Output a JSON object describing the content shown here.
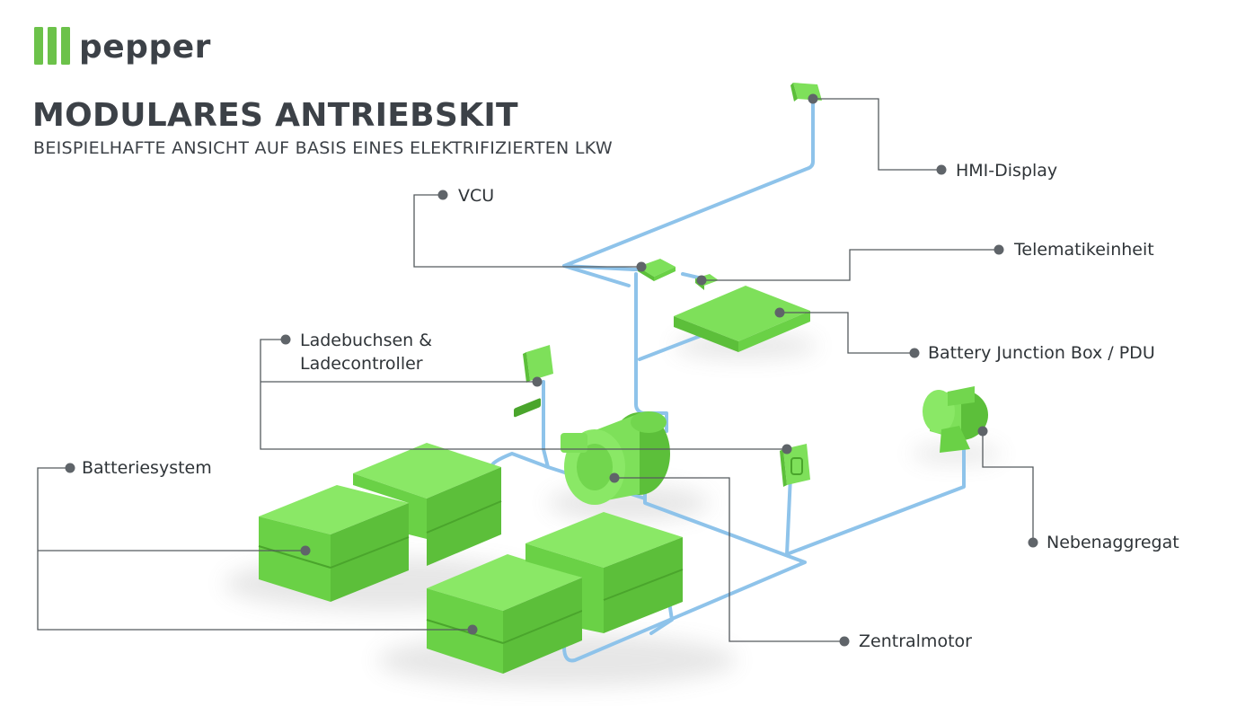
{
  "brand": {
    "name": "pepper",
    "color": "#6cc24a"
  },
  "header": {
    "title": "MODULARES ANTRIEBSKIT",
    "subtitle": "BEISPIELHAFTE ANSICHT AUF BASIS EINES ELEKTRIFIZIERTEN LKW"
  },
  "colors": {
    "component": "#7ee05a",
    "component_shade": "#5cbf3a",
    "cable": "#8ec3ea",
    "leader": "#555a5e",
    "dot": "#5f6469"
  },
  "labels": {
    "hmi": "HMI-Display",
    "vcu": "VCU",
    "telematics": "Telematikeinheit",
    "bjb": "Battery Junction Box / PDU",
    "charging_line1": "Ladebuchsen &",
    "charging_line2": "Ladecontroller",
    "battery": "Batteriesystem",
    "auxiliary": "Nebenaggregat",
    "motor": "Zentralmotor"
  }
}
